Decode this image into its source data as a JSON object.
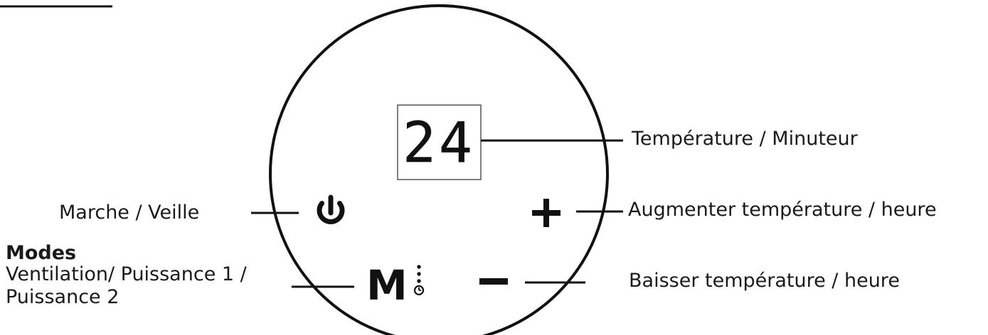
{
  "display": {
    "value": "24"
  },
  "labels": {
    "temperature_timer": "Température / Minuteur",
    "power": "Marche / Veille",
    "increase": "Augmenter température / heure",
    "decrease": "Baisser température / heure",
    "modes_title": "Modes",
    "modes_line1": "Ventilation/ Puissance 1 /",
    "modes_line2": "Puissance 2"
  },
  "buttons": {
    "mode_letter": "M",
    "plus": "+",
    "minus": "−"
  },
  "icons": {
    "power": "power-icon",
    "timer": "clock-icon"
  }
}
